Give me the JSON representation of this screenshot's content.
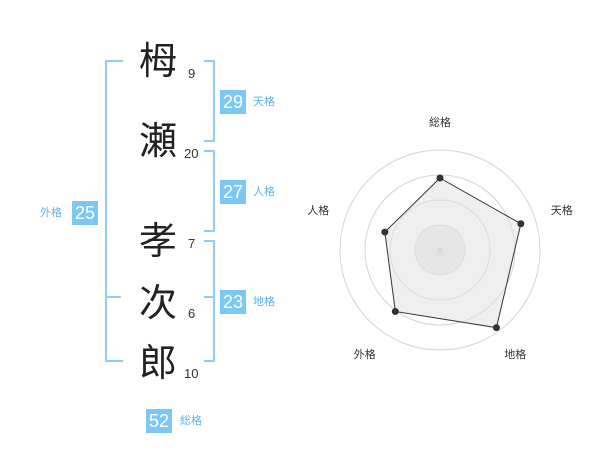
{
  "name": {
    "chars": [
      {
        "char": "栂",
        "strokes": "9"
      },
      {
        "char": "瀬",
        "strokes": "20"
      },
      {
        "char": "孝",
        "strokes": "7"
      },
      {
        "char": "次",
        "strokes": "6"
      },
      {
        "char": "郎",
        "strokes": "10"
      }
    ]
  },
  "kakusu": {
    "tenkaku": {
      "value": "29",
      "label": "天格"
    },
    "jinkaku": {
      "value": "27",
      "label": "人格"
    },
    "chikaku": {
      "value": "23",
      "label": "地格"
    },
    "gaikaku": {
      "value": "25",
      "label": "外格"
    },
    "soukaku": {
      "value": "52",
      "label": "総格"
    }
  },
  "colors": {
    "accent": "#7cc8f5",
    "label": "#5ab4ea",
    "bracket": "#8fcdf3"
  },
  "chart_data": {
    "type": "radar",
    "axes": [
      "総格",
      "天格",
      "地格",
      "外格",
      "人格"
    ],
    "values": [
      0.72,
      0.85,
      0.96,
      0.76,
      0.58
    ],
    "grid_rings": 4,
    "grid": true
  }
}
